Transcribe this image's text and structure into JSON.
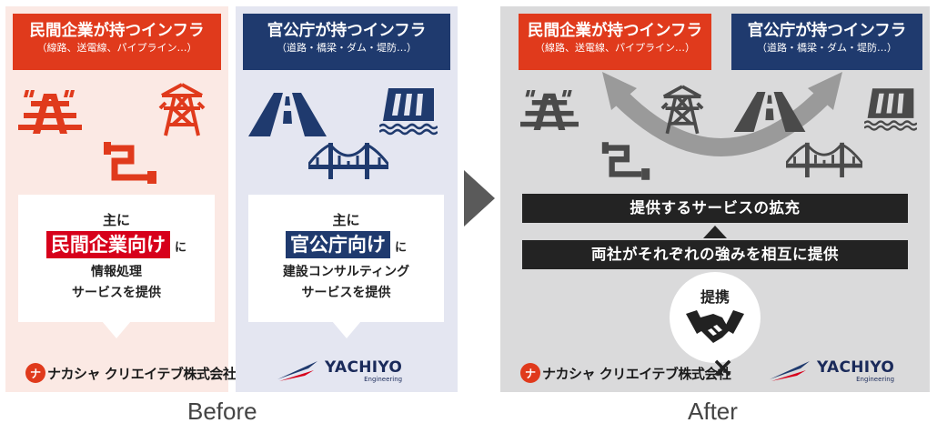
{
  "before": {
    "private": {
      "header_title": "民間企業が持つインフラ",
      "header_sub": "（線路、送電線、パイプライン…）",
      "lead": "主に",
      "highlight": "民間企業向け",
      "particle": "に",
      "desc1": "情報処理",
      "desc2": "サービスを提供",
      "logo_glyph": "ナ",
      "logo_text": "ナカシャ クリエイテブ株式会社",
      "colors": {
        "header": "#e03a1c",
        "icons": "#e03a1c",
        "panel": "#fbe9e4"
      }
    },
    "public": {
      "header_title": "官公庁が持つインフラ",
      "header_sub": "（道路・橋梁・ダム・堤防…）",
      "lead": "主に",
      "highlight": "官公庁向け",
      "particle": "に",
      "desc1": "建設コンサルティング",
      "desc2": "サービスを提供",
      "logo_name": "YACHIYO",
      "logo_sub": "Engineering",
      "colors": {
        "header": "#1f3a6e",
        "icons": "#1f3a6e",
        "panel": "#e4e6f1"
      }
    },
    "caption": "Before"
  },
  "after": {
    "private_header_title": "民間企業が持つインフラ",
    "private_header_sub": "（線路、送電線、パイプライン…）",
    "public_header_title": "官公庁が持つインフラ",
    "public_header_sub": "（道路・橋梁・ダム・堤防…）",
    "bar_top": "提供するサービスの拡充",
    "bar_bottom": "両社がそれぞれの強みを相互に提供",
    "partnership_label": "提携",
    "times_symbol": "×",
    "logo_glyph": "ナ",
    "logo_text": "ナカシャ クリエイテブ株式会社",
    "yachiyo_name": "YACHIYO",
    "yachiyo_sub": "Engineering",
    "caption": "After"
  },
  "icons": [
    "railway-icon",
    "power-tower-icon",
    "pipeline-icon",
    "road-icon",
    "dam-icon",
    "bridge-icon",
    "handshake-icon",
    "arrow-right-icon",
    "curved-arrow-icon",
    "triangle-up-icon"
  ]
}
